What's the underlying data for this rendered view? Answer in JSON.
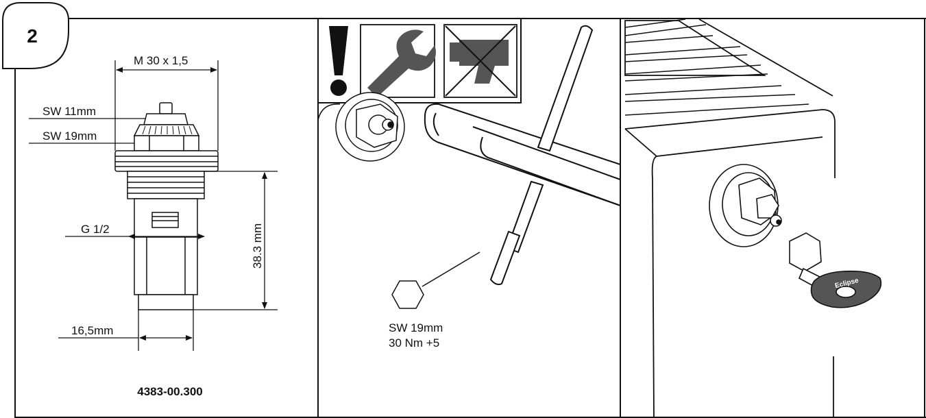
{
  "step": {
    "number": "2"
  },
  "panel1": {
    "dim_m30": "M 30 x 1,5",
    "dim_sw11": "SW 11mm",
    "dim_sw19": "SW 19mm",
    "dim_g12": "G 1/2",
    "dim_height": "38.3 mm",
    "dim_165": "16,5mm",
    "part_number": "4383-00.300"
  },
  "panel2": {
    "icons": [
      "exclamation-icon",
      "wrench-icon",
      "no-power-drill-icon"
    ],
    "spec_sw": "SW 19mm",
    "spec_torque": "30 Nm +5"
  },
  "panel3": {
    "key_brand": "Eclipse"
  },
  "colors": {
    "line": "#111111",
    "icon_gray": "#555555",
    "fill_light": "#f2f2f2"
  }
}
